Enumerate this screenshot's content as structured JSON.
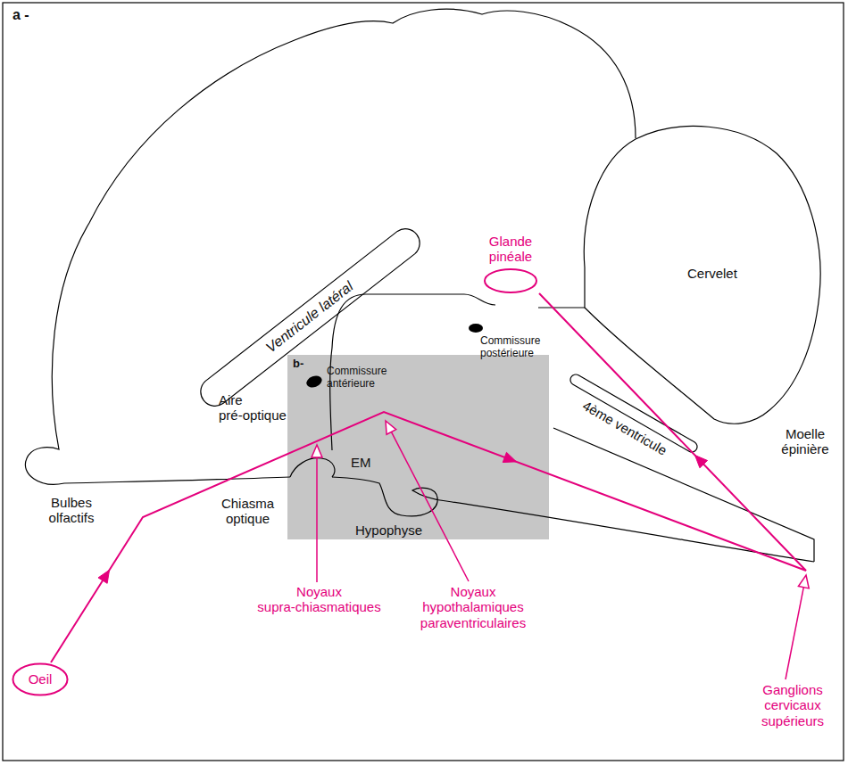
{
  "diagram": {
    "nodes": [
      {
        "text": [
          "Oeil"
        ]
      },
      {
        "text": [
          "Glande pinéale"
        ]
      }
    ],
    "edges": [
      {
        "from": 0,
        "to": 1,
        "arrow": "to"
      }
    ],
    "labels": [
      "a -",
      "Bulbes olfactifs",
      "Aire pré-optique",
      "Chiasma optique",
      "EM",
      "Hypophyse",
      "Commissure antérieure",
      "b-",
      "Commissure postérieure",
      "Ventricule latéral",
      "Cervelet",
      "4ème ventricule",
      "Moelle épinière",
      "Noyaux supra-chiasmatiques",
      "Noyaux hypothalamiques paraventriculaires",
      "Ganglions cervicaux supérieurs"
    ]
  }
}
